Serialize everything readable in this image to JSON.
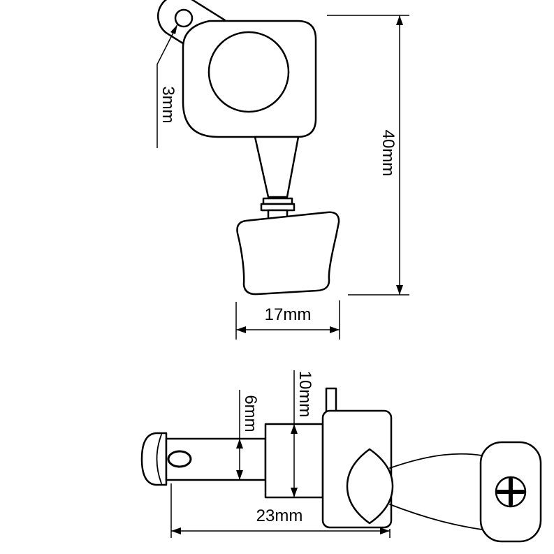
{
  "canvas": {
    "background": "#ffffff",
    "line_color": "#000000"
  },
  "front_view": {
    "labels": {
      "hole_diameter": "3mm",
      "overall_length": "40mm",
      "button_width": "17mm"
    }
  },
  "side_view": {
    "labels": {
      "post_diameter": "6mm",
      "bushing_diameter": "10mm",
      "base_length": "23mm"
    }
  }
}
